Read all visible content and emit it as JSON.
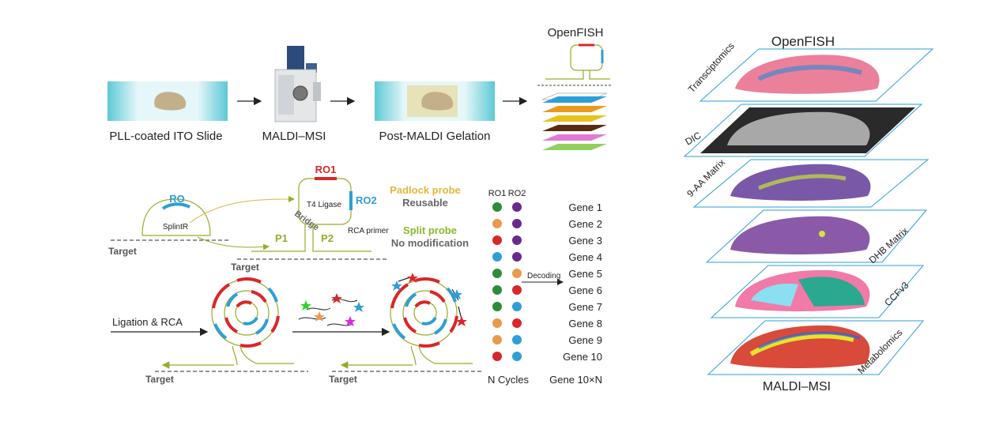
{
  "workflow": {
    "step1": "PLL-coated ITO Slide",
    "step2": "MALDI–MSI",
    "step3": "Post-MALDI Gelation",
    "step4": "OpenFISH"
  },
  "probe": {
    "ro": "RO",
    "splintr": "SplintR",
    "target_left": "Target",
    "ro1": "RO1",
    "ro2": "RO2",
    "t4_ligase": "T4 Ligase",
    "bridge": "Bridge",
    "rca_primer": "RCA primer",
    "p1": "P1",
    "p2": "P2",
    "target_mid": "Target",
    "padlock_probe": "Padlock probe",
    "reusable": "Reusable",
    "split_probe": "Split probe",
    "no_modification": "No modification"
  },
  "rca": {
    "ligation": "Ligation & RCA",
    "target_left": "Target",
    "target_right": "Target"
  },
  "decoding": {
    "col1": "RO1",
    "col2": "RO2",
    "arrow_label": "Decoding",
    "colors": {
      "green": "#2e8b3a",
      "purple": "#6a2a8c",
      "orange": "#ea9a4c",
      "red": "#d9262a",
      "blue": "#2e9fd6"
    },
    "rows": [
      {
        "gene": "Gene 1",
        "ro1": "green",
        "ro2": "purple"
      },
      {
        "gene": "Gene 2",
        "ro1": "orange",
        "ro2": "purple"
      },
      {
        "gene": "Gene 3",
        "ro1": "red",
        "ro2": "purple"
      },
      {
        "gene": "Gene 4",
        "ro1": "blue",
        "ro2": "purple"
      },
      {
        "gene": "Gene 5",
        "ro1": "green",
        "ro2": "orange"
      },
      {
        "gene": "Gene 6",
        "ro1": "green",
        "ro2": "red"
      },
      {
        "gene": "Gene 7",
        "ro1": "green",
        "ro2": "blue"
      },
      {
        "gene": "Gene 8",
        "ro1": "orange",
        "ro2": "red"
      },
      {
        "gene": "Gene 9",
        "ro1": "orange",
        "ro2": "blue"
      },
      {
        "gene": "Gene 10",
        "ro1": "red",
        "ro2": "blue"
      }
    ],
    "n_cycles": "N Cycles",
    "gene_total": "Gene 10×N"
  },
  "stack": {
    "title_top": "OpenFISH",
    "title_bottom": "MALDI–MSI",
    "layers": [
      "Transciptomics",
      "DIC",
      "9-AA Matrix",
      "DHB Matrix",
      "CCFv3",
      "Metabolomics"
    ]
  }
}
